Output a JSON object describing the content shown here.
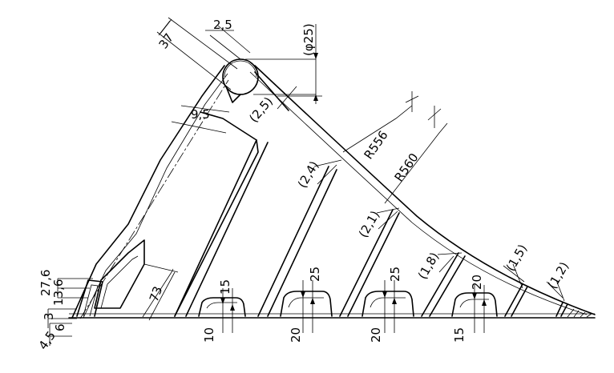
{
  "dimensions": {
    "d_37": "37",
    "d_2_5_top": "2,5",
    "d_phi25": "(φ25)",
    "d_9_5": "9,5",
    "d_2_5_paren": "(2,5)",
    "d_r556": "R556",
    "d_r560": "R560",
    "d_2_4": "(2,4)",
    "d_2_1": "(2,1)",
    "d_1_8": "(1,8)",
    "d_1_5": "(1,5)",
    "d_1_2": "(1,2)",
    "d_27_6": "27,6",
    "d_13_6": "13,6",
    "d_3": "3",
    "d_6": "6",
    "d_4_5": "4,5",
    "d_73": "73",
    "d_rib1_h": "15",
    "d_rib1_b": "10",
    "d_rib2_h": "25",
    "d_rib2_b": "20",
    "d_rib3_h": "25",
    "d_rib3_b": "20",
    "d_rib4_h": "20",
    "d_rib4_b": "15"
  }
}
